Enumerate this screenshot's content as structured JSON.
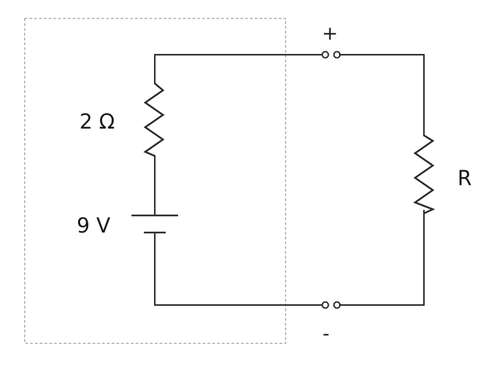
{
  "labels": {
    "internal_resistance": "2 Ω",
    "emf": "9 V",
    "load_resistor": "R",
    "positive_terminal": "+",
    "negative_terminal": "-"
  },
  "colors": {
    "wire": "#2a2a2a",
    "boundary": "#9a9a9a",
    "background": "#ffffff"
  }
}
